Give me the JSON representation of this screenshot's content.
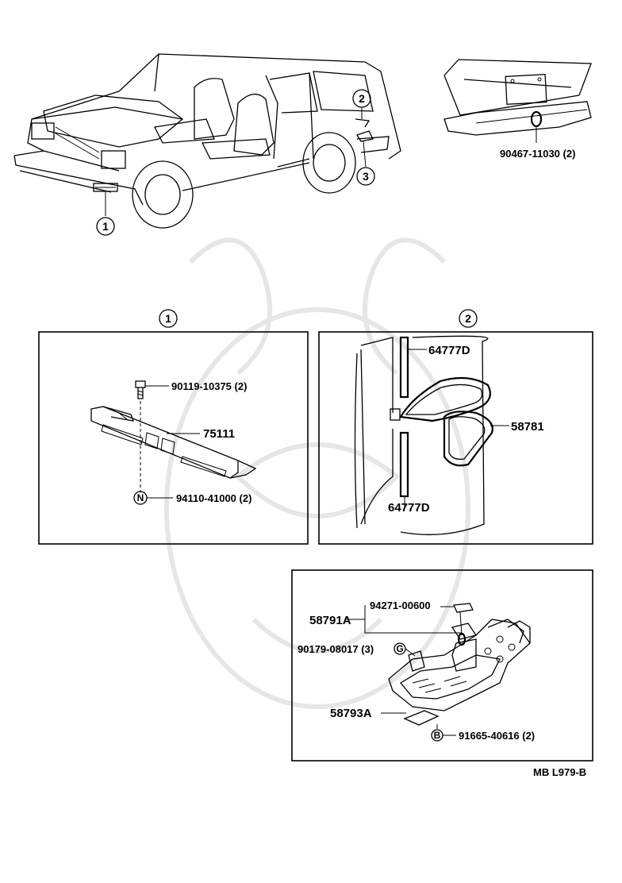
{
  "callouts": {
    "one": "1",
    "two": "2",
    "three": "3"
  },
  "top": {
    "plate_bolt": "90467-11030 (2)"
  },
  "panel1": {
    "title": "1",
    "bolt": "90119-10375 (2)",
    "grille": "75111",
    "nut": "94110-41000 (2)",
    "nut_mark": "N"
  },
  "panel2": {
    "title": "2",
    "strip_top": "64777D",
    "handle": "58781",
    "strip_bottom": "64777D"
  },
  "panel3": {
    "step_assy": "58791A",
    "pin": "94271-00600",
    "nut": "90179-08017 (3)",
    "nut_mark": "G",
    "pad": "58793A",
    "screw": "91665-40616 (2)",
    "screw_mark": "B"
  },
  "footer": {
    "code": "MB  L979-B"
  }
}
